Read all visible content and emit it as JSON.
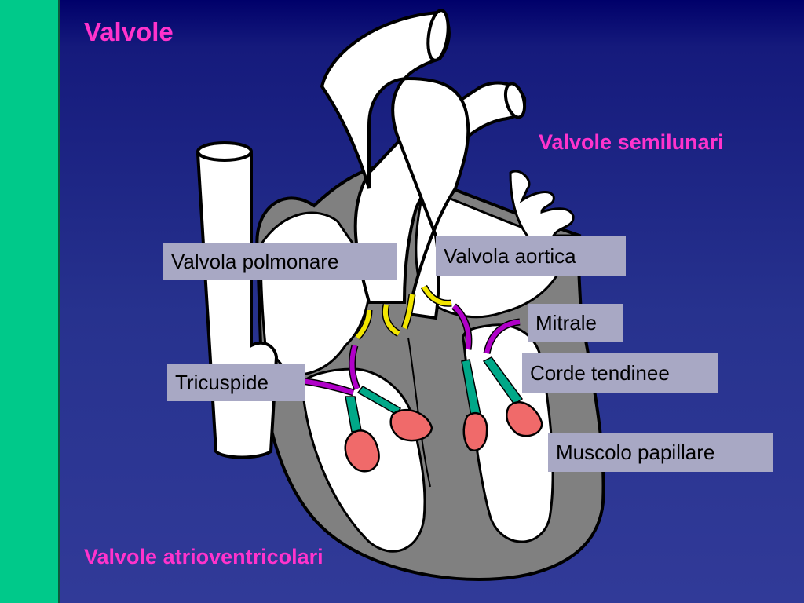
{
  "slide": {
    "title": "Valvole",
    "group_semilunar": "Valvole semilunari",
    "group_atrioventricular": "Valvole atrioventricolari"
  },
  "labels": {
    "pulmonary_valve": "Valvola polmonare",
    "aortic_valve": "Valvola aortica",
    "mitral": "Mitrale",
    "tricuspid": "Tricuspide",
    "chordae": "Corde tendinee",
    "papillary_muscle": "Muscolo papillare"
  },
  "colors": {
    "background": "#27328e",
    "side_bar": "#00c98a",
    "title": "#ff33cc",
    "heart_wall": "#808080",
    "chamber": "#ffffff",
    "semilunar_valve": "#f2e600",
    "av_valve": "#b000c8",
    "chordae": "#00a888",
    "papillary": "#f06a6a",
    "label_box": "#a8a8c4"
  }
}
